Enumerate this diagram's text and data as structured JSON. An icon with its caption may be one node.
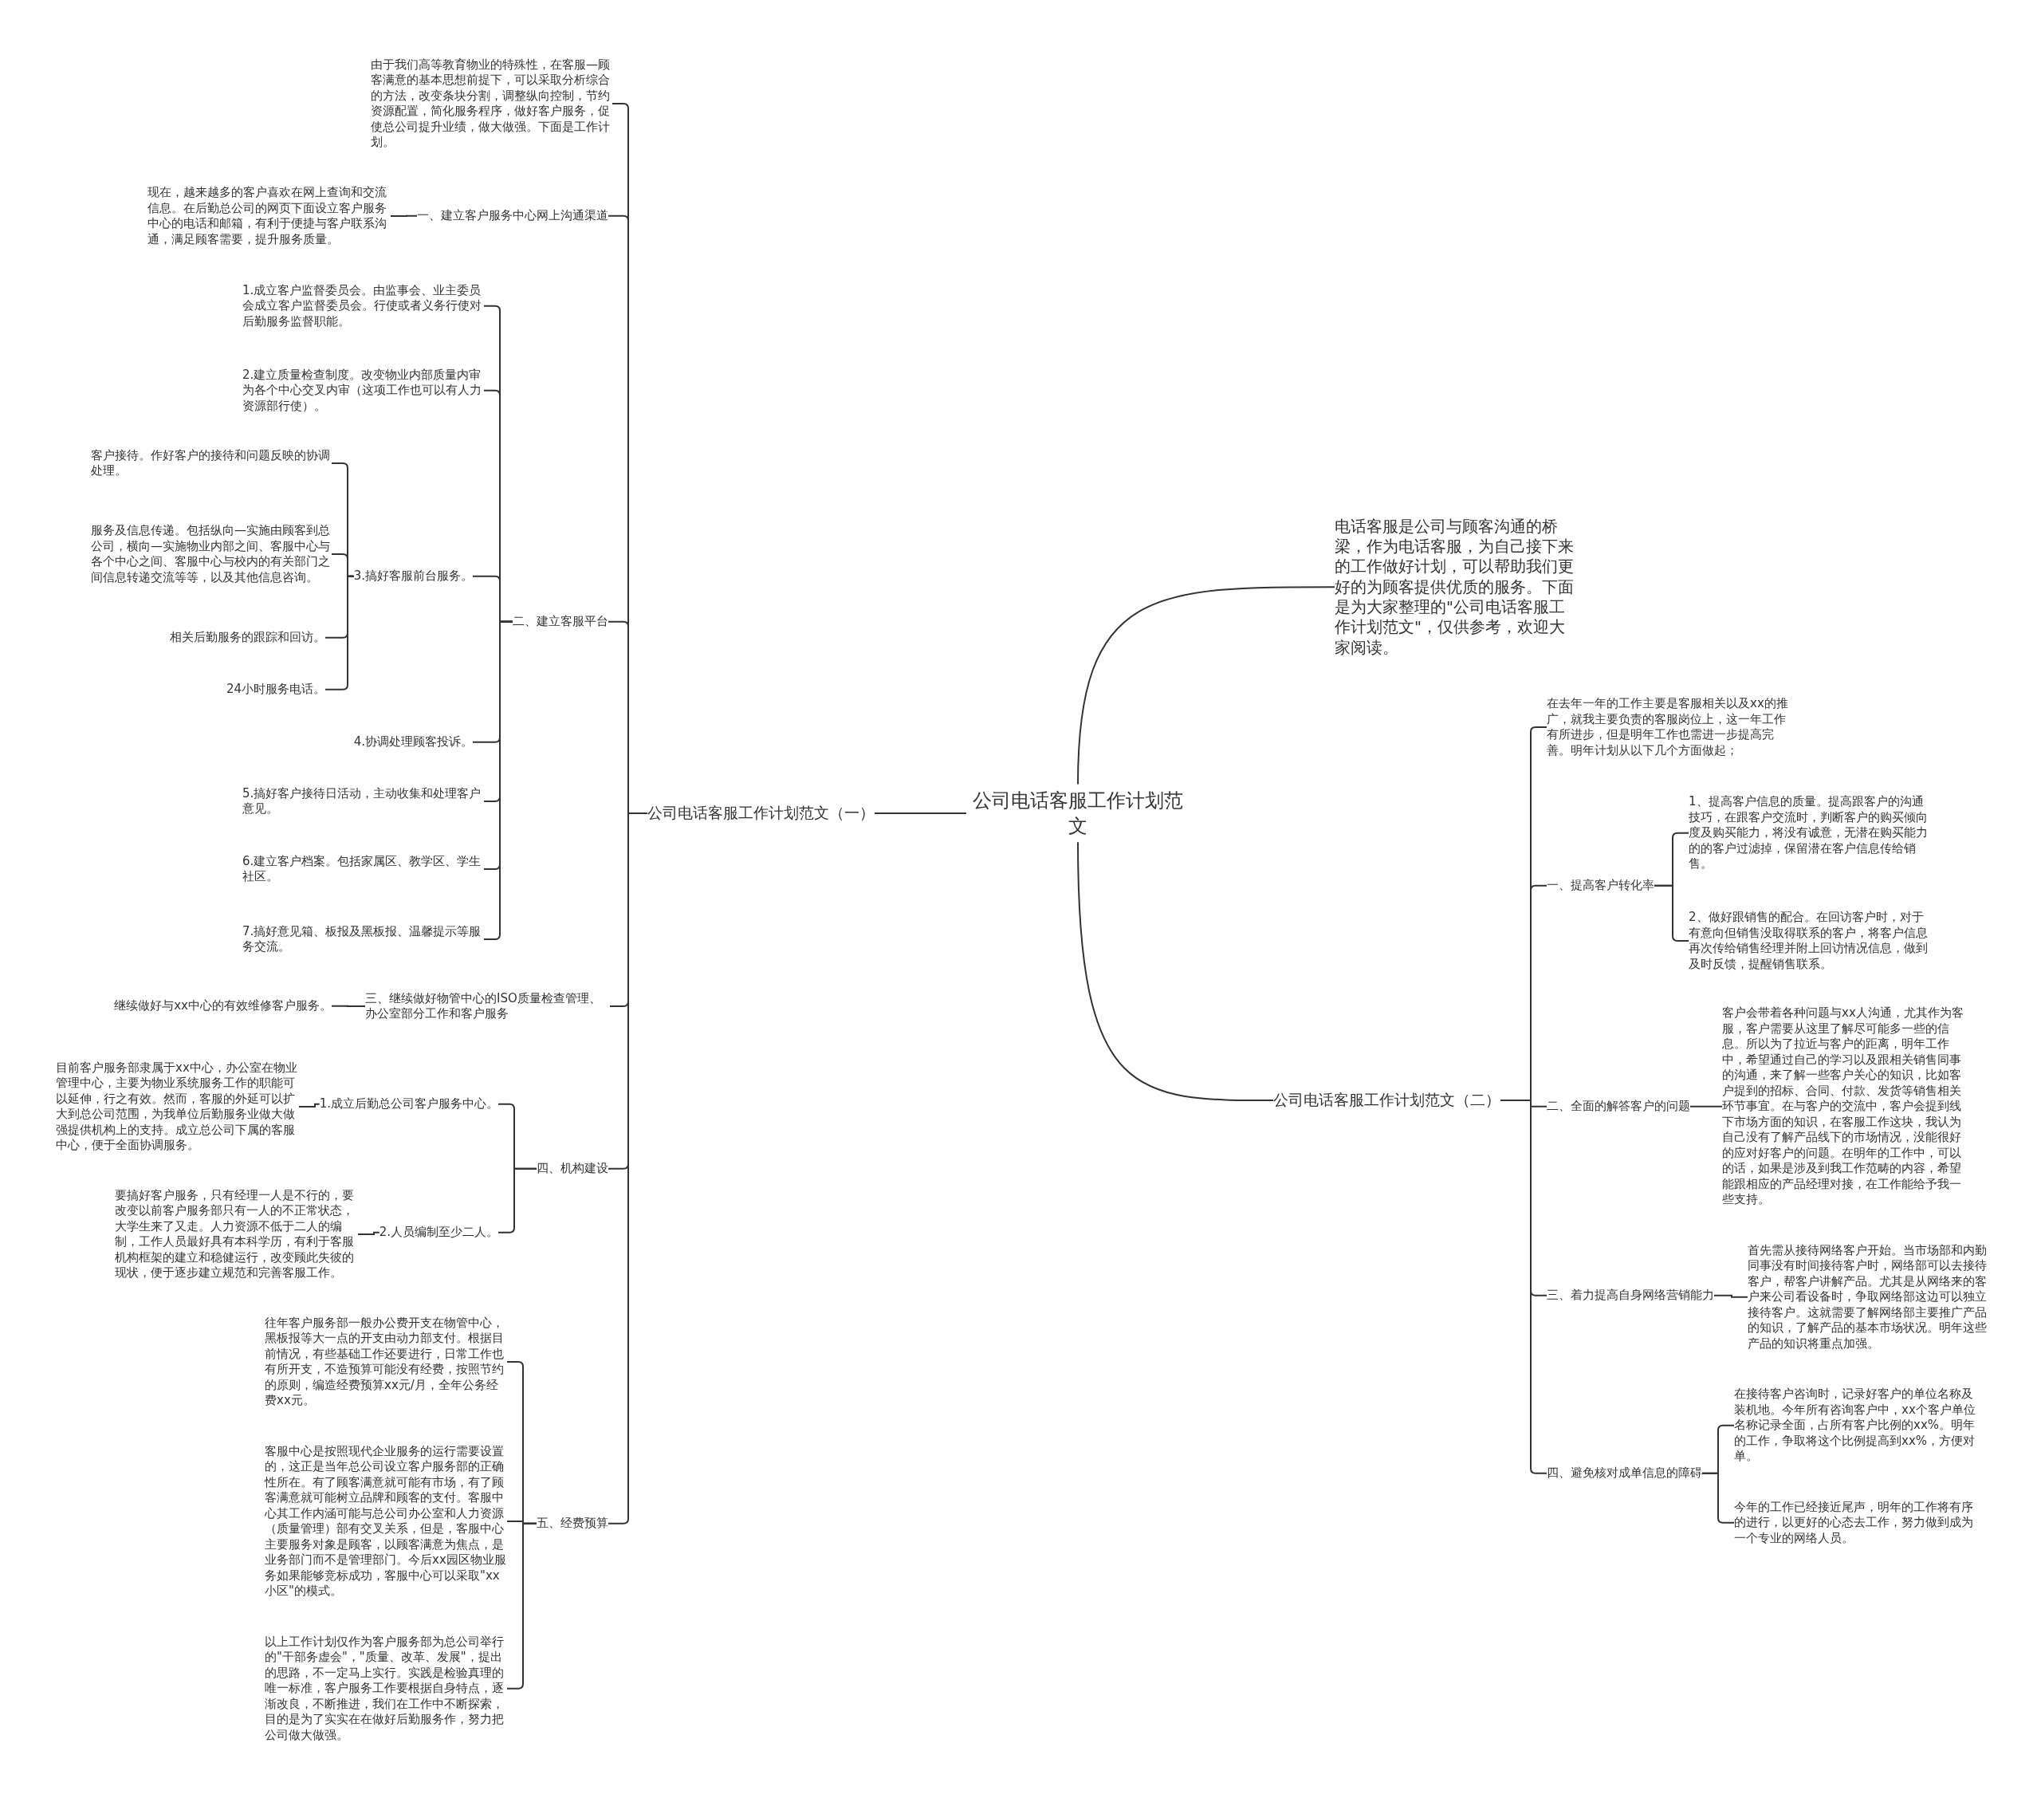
{
  "diagram": {
    "nodes": [
      {
        "text": [
          "公司电话客服工作计划范文"
        ]
      },
      {
        "text": [
          "公司电话客服工作计划范文（一）"
        ]
      },
      {
        "text": [
          "由于我们高等教育物业的特殊性，在客服—顾客满意的基本思想前提下，可以采取分析综合的方法，改变条块分割，调整纵向控制，节约资源配置，简化服务程序，做好客户服务，促使总公司提升业绩，做大做强。下面是工作计划。"
        ]
      },
      {
        "text": [
          "一、建立客户服务中心网上沟通渠道"
        ]
      },
      {
        "text": [
          "现在，越来越多的客户喜欢在网上查询和交流信息。在后勤总公司的网页下面设立客户服务中心的电话和邮箱，有利于便捷与客户联系沟通，满足顾客需要，提升服务质量。"
        ]
      },
      {
        "text": [
          "二、建立客服平台"
        ]
      },
      {
        "text": [
          "1.成立客户监督委员会。由监事会、业主委员会成立客户监督委员会。行使或者义务行使对后勤服务监督职能。"
        ]
      },
      {
        "text": [
          "2.建立质量检查制度。改变物业内部质量内审为各个中心交叉内审（这项工作也可以有人力资源部行使）。"
        ]
      },
      {
        "text": [
          "3.搞好客服前台服务。"
        ]
      },
      {
        "text": [
          "客户接待。作好客户的接待和问题反映的协调处理。"
        ]
      },
      {
        "text": [
          "服务及信息传递。包括纵向—实施由顾客到总公司，横向—实施物业内部之间、客服中心与各个中心之间、客服中心与校内的有关部门之间信息转递交流等等，以及其他信息咨询。"
        ]
      },
      {
        "text": [
          "相关后勤服务的跟踪和回访。"
        ]
      },
      {
        "text": [
          "24小时服务电话。"
        ]
      },
      {
        "text": [
          "4.协调处理顾客投诉。"
        ]
      },
      {
        "text": [
          "5.搞好客户接待日活动，主动收集和处理客户意见。"
        ]
      },
      {
        "text": [
          "6.建立客户档案。包括家属区、教学区、学生社区。"
        ]
      },
      {
        "text": [
          "7.搞好意见箱、板报及黑板报、温馨提示等服务交流。"
        ]
      },
      {
        "text": [
          "三、继续做好物管中心的ISO质量检查管理、办公室部分工作和客户服务"
        ]
      },
      {
        "text": [
          "继续做好与xx中心的有效维修客户服务。"
        ]
      },
      {
        "text": [
          "四、机构建设"
        ]
      },
      {
        "text": [
          "1.成立后勤总公司客户服务中心。"
        ]
      },
      {
        "text": [
          "目前客户服务部隶属于xx中心，办公室在物业管理中心，主要为物业系统服务工作的职能可以延伸，行之有效。然而，客服的外延可以扩大到总公司范围，为我单位后勤服务业做大做强提供机构上的支持。成立总公司下属的客服中心，便于全面协调服务。"
        ]
      },
      {
        "text": [
          "2.人员编制至少二人。"
        ]
      },
      {
        "text": [
          "要搞好客户服务，只有经理一人是不行的，要改变以前客户服务部只有一人的不正常状态，大学生来了又走。人力资源不低于二人的编制，工作人员最好具有本科学历，有利于客服机构框架的建立和稳健运行，改变顾此失彼的现状，便于逐步建立规范和完善客服工作。"
        ]
      },
      {
        "text": [
          "五、经费预算"
        ]
      },
      {
        "text": [
          "往年客户服务部一般办公费开支在物管中心，黑板报等大一点的开支由动力部支付。根据目前情况，有些基础工作还要进行，日常工作也有所开支，不造预算可能没有经费，按照节约的原则，编造经费预算xx元/月，全年公务经费xx元。"
        ]
      },
      {
        "text": [
          "客服中心是按照现代企业服务的运行需要设置的，这正是当年总公司设立客户服务部的正确性所在。有了顾客满意就可能有市场，有了顾客满意就可能树立品牌和顾客的支付。客服中心其工作内涵可能与总公司办公室和人力资源（质量管理）部有交叉关系，但是，客服中心主要服务对象是顾客，以顾客满意为焦点，是业务部门而不是管理部门。今后xx园区物业服务如果能够竞标成功，客服中心可以采取\"xx小区\"的模式。"
        ]
      },
      {
        "text": [
          "以上工作计划仅作为客户服务部为总公司举行的\"干部务虚会\"，\"质量、改革、发展\"，提出的思路，不一定马上实行。实践是检验真理的唯一标准，客户服务工作要根据自身特点，逐渐改良，不断推进，我们在工作中不断探索，目的是为了实实在在做好后勤服务作，努力把公司做大做强。"
        ]
      },
      {
        "text": [
          "公司电话客服工作计划范文（二）"
        ]
      },
      {
        "text": [
          "电话客服是公司与顾客沟通的桥梁，作为电话客服，为自己接下来的工作做好计划，可以帮助我们更好的为顾客提供优质的服务。下面是为大家整理的\"公司电话客服工作计划范文\"，仅供参考，欢迎大家阅读。"
        ]
      },
      {
        "text": [
          "在去年一年的工作主要是客服相关以及xx的推广，就我主要负责的客服岗位上，这一年工作有所进步，但是明年工作也需进一步提高完善。明年计划从以下几个方面做起；"
        ]
      },
      {
        "text": [
          "一、提高客户转化率"
        ]
      },
      {
        "text": [
          "1、提高客户信息的质量。提高跟客户的沟通技巧，在跟客户交流时，判断客户的购买倾向度及购买能力，将没有诚意，无潜在购买能力的的客户过滤掉，保留潜在客户信息传给销售。"
        ]
      },
      {
        "text": [
          "2、做好跟销售的配合。在回访客户时，对于有意向但销售没取得联系的客户，将客户信息再次传给销售经理并附上回访情况信息，做到及时反馈，提醒销售联系。"
        ]
      },
      {
        "text": [
          "二、全面的解答客户的问题"
        ]
      },
      {
        "text": [
          "客户会带着各种问题与xx人沟通，尤其作为客服，客户需要从这里了解尽可能多一些的信息。所以为了拉近与客户的距离，明年工作中，希望通过自己的学习以及跟相关销售同事的沟通，来了解一些客户关心的知识，比如客户提到的招标、合同、付款、发货等销售相关环节事宜。在与客户的交流中，客户会提到线下市场方面的知识，在客服工作这块，我认为自己没有了解产品线下的市场情况，没能很好的应对好客户的问题。在明年的工作中，可以的话，如果是涉及到我工作范畴的内容，希望能跟相应的产品经理对接，在工作能给予我一些支持。"
        ]
      },
      {
        "text": [
          "三、着力提高自身网络营销能力"
        ]
      },
      {
        "text": [
          "首先需从接待网络客户开始。当市场部和内勤同事没有时间接待客户时，网络部可以去接待客户，帮客户讲解产品。尤其是从网络来的客户来公司看设备时，争取网络部这边可以独立接待客户。这就需要了解网络部主要推广产品的知识，了解产品的基本市场状况。明年这些产品的知识将重点加强。"
        ]
      },
      {
        "text": [
          "四、避免核对成单信息的障碍"
        ]
      },
      {
        "text": [
          "在接待客户咨询时，记录好客户的单位名称及装机地。今年所有咨询客户中，xx个客户单位名称记录全面，占所有客户比例的xx%。明年的工作，争取将这个比例提高到xx%，方便对单。"
        ]
      },
      {
        "text": [
          "今年的工作已经接近尾声，明年的工作将有序的进行，以更好的心态去工作，努力做到成为一个专业的网络人员。"
        ]
      }
    ],
    "edges": [
      {
        "from": 0,
        "to": 1,
        "arrow": "none"
      },
      {
        "from": 1,
        "to": 2,
        "arrow": "none"
      },
      {
        "from": 1,
        "to": 3,
        "arrow": "none"
      },
      {
        "from": 3,
        "to": 4,
        "arrow": "none"
      },
      {
        "from": 1,
        "to": 5,
        "arrow": "none"
      },
      {
        "from": 5,
        "to": 6,
        "arrow": "none"
      },
      {
        "from": 5,
        "to": 7,
        "arrow": "none"
      },
      {
        "from": 5,
        "to": 8,
        "arrow": "none"
      },
      {
        "from": 8,
        "to": 9,
        "arrow": "none"
      },
      {
        "from": 8,
        "to": 10,
        "arrow": "none"
      },
      {
        "from": 8,
        "to": 11,
        "arrow": "none"
      },
      {
        "from": 8,
        "to": 12,
        "arrow": "none"
      },
      {
        "from": 5,
        "to": 13,
        "arrow": "none"
      },
      {
        "from": 5,
        "to": 14,
        "arrow": "none"
      },
      {
        "from": 5,
        "to": 15,
        "arrow": "none"
      },
      {
        "from": 5,
        "to": 16,
        "arrow": "none"
      },
      {
        "from": 1,
        "to": 17,
        "arrow": "none"
      },
      {
        "from": 17,
        "to": 18,
        "arrow": "none"
      },
      {
        "from": 1,
        "to": 19,
        "arrow": "none"
      },
      {
        "from": 19,
        "to": 20,
        "arrow": "none"
      },
      {
        "from": 20,
        "to": 21,
        "arrow": "none"
      },
      {
        "from": 19,
        "to": 22,
        "arrow": "none"
      },
      {
        "from": 22,
        "to": 23,
        "arrow": "none"
      },
      {
        "from": 1,
        "to": 24,
        "arrow": "none"
      },
      {
        "from": 24,
        "to": 25,
        "arrow": "none"
      },
      {
        "from": 24,
        "to": 26,
        "arrow": "none"
      },
      {
        "from": 24,
        "to": 27,
        "arrow": "none"
      },
      {
        "from": 0,
        "to": 28,
        "arrow": "none"
      },
      {
        "from": 0,
        "to": 29,
        "arrow": "none"
      },
      {
        "from": 28,
        "to": 30,
        "arrow": "none"
      },
      {
        "from": 28,
        "to": 31,
        "arrow": "none"
      },
      {
        "from": 31,
        "to": 32,
        "arrow": "none"
      },
      {
        "from": 31,
        "to": 33,
        "arrow": "none"
      },
      {
        "from": 28,
        "to": 34,
        "arrow": "none"
      },
      {
        "from": 34,
        "to": 35,
        "arrow": "none"
      },
      {
        "from": 28,
        "to": 36,
        "arrow": "none"
      },
      {
        "from": 36,
        "to": 37,
        "arrow": "none"
      },
      {
        "from": 28,
        "to": 38,
        "arrow": "none"
      },
      {
        "from": 38,
        "to": 39,
        "arrow": "none"
      },
      {
        "from": 38,
        "to": 40,
        "arrow": "none"
      }
    ]
  }
}
